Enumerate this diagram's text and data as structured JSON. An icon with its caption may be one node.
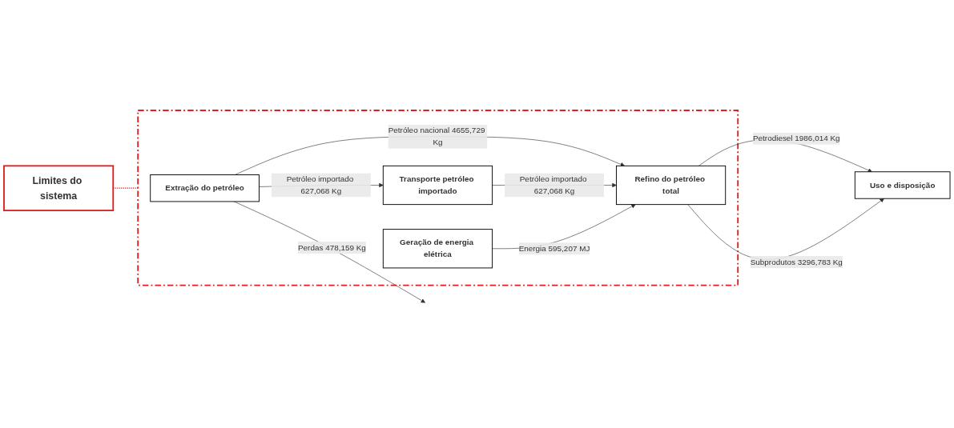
{
  "diagram": {
    "nodes": [
      {
        "text": [],
        "shape": "box"
      },
      {
        "text": [
          "Extração do petróleo"
        ],
        "in": 0
      },
      {
        "text": [
          "Refino do petróleo total"
        ],
        "in": 0
      },
      {
        "text": [
          "Transporte petróleo importado"
        ],
        "in": 0
      },
      {
        "text": [
          "Geração de energia elétrica"
        ],
        "in": 0
      },
      {
        "text": [
          "Uso e disposição"
        ]
      },
      {
        "text": [
          "Limites do sistema"
        ]
      }
    ],
    "edges": [
      {
        "from": 1,
        "to": 2,
        "arrow": "to",
        "label": "Petróleo nacional 4655,729 Kg"
      },
      {
        "from": 1,
        "to": 3,
        "arrow": "to",
        "label": "Petróleo importado 627,068 Kg"
      },
      {
        "from": 3,
        "to": 2,
        "arrow": "to",
        "label": "Petróleo importado 627,068 Kg"
      },
      {
        "from": 4,
        "to": 2,
        "arrow": "to",
        "label": "Energia 595,207 MJ"
      },
      {
        "from": 2,
        "to": 5,
        "arrow": "to",
        "label": "Petrodiesel 1986,014 Kg"
      },
      {
        "from": 2,
        "to": 5,
        "arrow": "to",
        "label": "Subprodutos 3296,783 Kg"
      },
      {
        "from": 1,
        "to": null,
        "arrow": "to",
        "label": "Perdas 478,159 Kg"
      },
      {
        "from": 6,
        "to": 0,
        "arrow": "none",
        "style": "dashed",
        "color": "#ff0000"
      }
    ]
  }
}
